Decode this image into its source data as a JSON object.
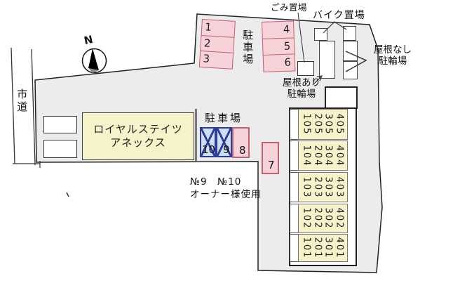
{
  "diagram": {
    "road_label": "市道",
    "compass_label": "N",
    "garbage_label": "ごみ置場",
    "bike_area_label": "バイク置場",
    "bicycle_no_roof_label": "屋根なし\n駐輪場",
    "bicycle_roof_label": "屋根あり\n駐輪場",
    "parking_upper_label": "駐車場",
    "parking_lower_label": "駐車場",
    "owner_note": "№9　№10\nオーナー様使用",
    "annex_name": "ロイヤルステイツ\nアネックス",
    "parking_upper_left": [
      "1",
      "2",
      "3"
    ],
    "parking_upper_right": [
      "4",
      "5",
      "6"
    ],
    "parking_lower": [
      "10",
      "9",
      "8",
      "7"
    ],
    "crossed_spaces": [
      "10",
      "9"
    ],
    "unit_blocks": [
      "405\n305\n205\n105",
      "404\n304\n204\n104",
      "403\n303\n203\n103",
      "402\n302\n202\n102",
      "401\n301\n201\n101"
    ]
  },
  "colors": {
    "site-fill": "#ececec",
    "site-border": "#222222",
    "pink-fill": "#f8d2d9",
    "pink-border": "#c16272",
    "blue-fill": "#cfdef2",
    "blue-border": "#2b3c99",
    "yellow-fill": "#f6f3cb",
    "line-color": "#333333",
    "text-color": "#111111"
  }
}
